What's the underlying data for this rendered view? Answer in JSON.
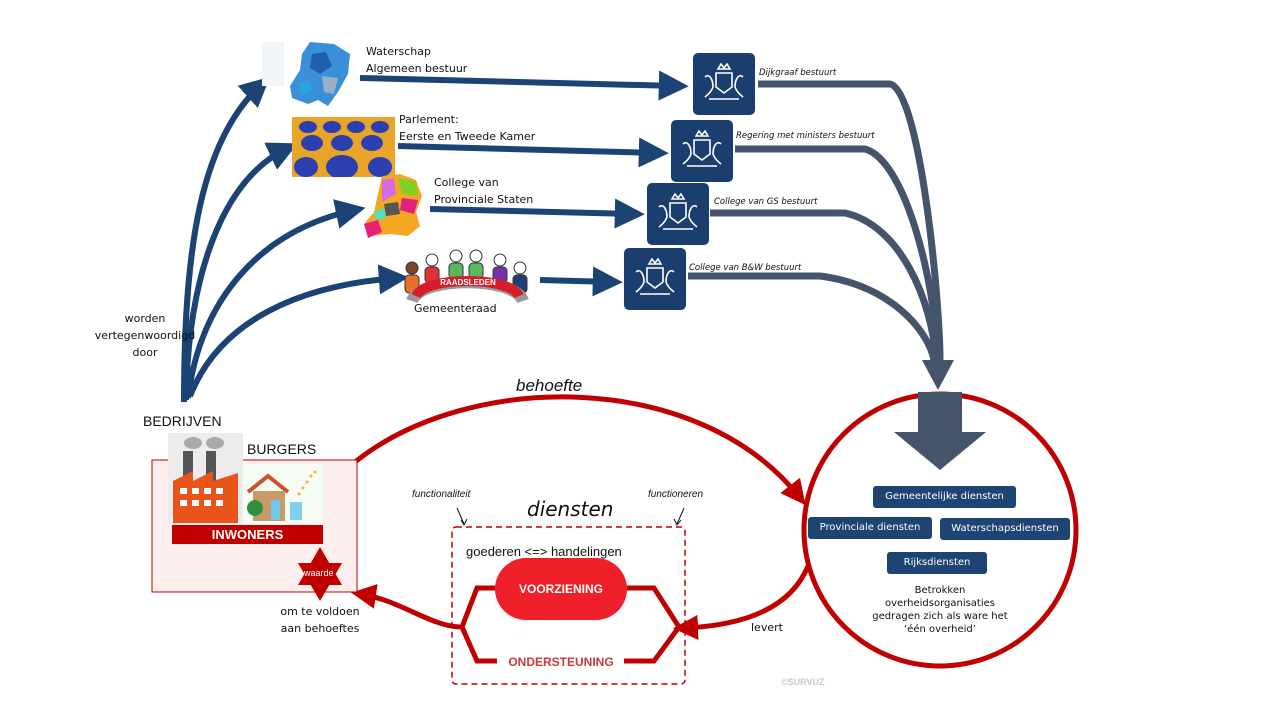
{
  "colors": {
    "navy_arrow": "#1b4373",
    "slate_arrow": "#44546a",
    "red": "#c00000",
    "bright_red": "#f0202a",
    "service_box": "#1d4472",
    "crest_bg": "#1a3e6e",
    "inwoners_box_bg": "#fdeeee"
  },
  "representatives": [
    {
      "title_line1": "Waterschap",
      "title_line2": "Algemeen  bestuur",
      "image": "netherlands-waterschap-map-image",
      "executive": "Dijkgraaf bestuurt"
    },
    {
      "title_line1": "Parlement:",
      "title_line2": "Eerste en Tweede  Kamer",
      "image": "parliament-seats-image",
      "executive": "Regering met ministers bestuurt"
    },
    {
      "title_line1": "College van",
      "title_line2": "Provinciale Staten",
      "image": "netherlands-provinces-map-image",
      "executive": "College van GS bestuurt"
    },
    {
      "title_line1": "RAADSLEDEN",
      "title_line2": "Gemeenteraad",
      "image": "council-members-image",
      "executive": "College van B&W bestuurt"
    }
  ],
  "left": {
    "represented_by": [
      "worden",
      "vertegenwoordigd",
      "door"
    ],
    "bedrijven": "BEDRIJVEN",
    "burgers": "BURGERS",
    "inwoners": "INWONERS",
    "waarde": "waarde",
    "fulfil": [
      "om te voldoen",
      "aan behoeftes"
    ]
  },
  "flow": {
    "need": "behoefte",
    "delivers": "levert"
  },
  "services": {
    "title": "diensten",
    "functionality": "functionaliteit",
    "functioning": "functioneren",
    "goods_actions": "goederen  <=>  handelingen",
    "provision": "VOORZIENING",
    "support": "ONDERSTEUNING"
  },
  "government": {
    "services": [
      "Gemeentelijke diensten",
      "Provinciale diensten",
      "Waterschapsdiensten",
      "Rijksdiensten"
    ],
    "note": [
      "Betrokken",
      "overheidsorganisaties",
      "gedragen zich als ware het",
      "‘één overheid’"
    ]
  },
  "copyright": "©SURVUZ"
}
